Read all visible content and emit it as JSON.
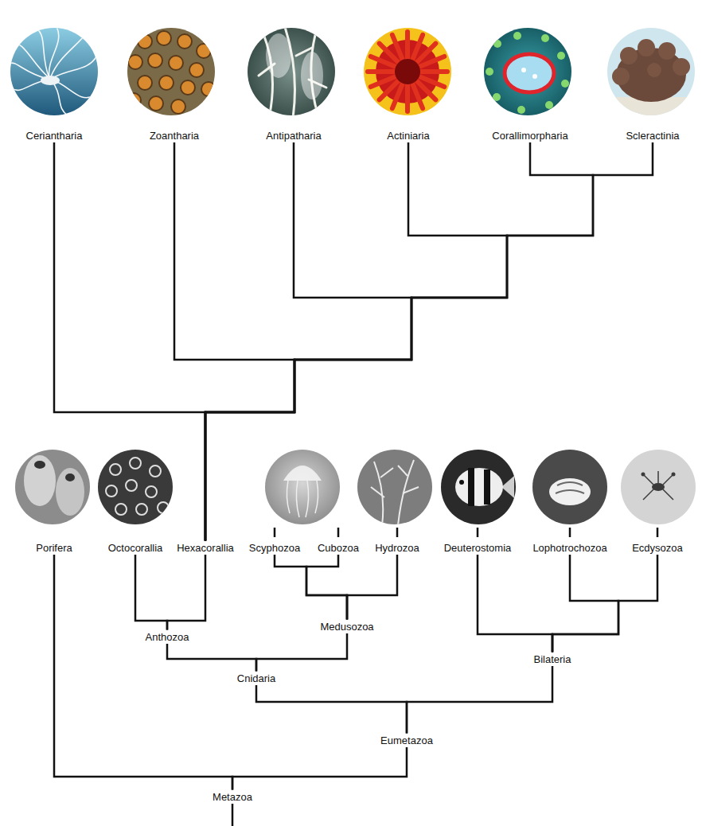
{
  "diagram": {
    "nodes": [
      {
        "text": [
          "Ceriantharia"
        ]
      },
      {
        "text": [
          "Zoantharia"
        ]
      },
      {
        "text": [
          "Antipatharia"
        ]
      },
      {
        "text": [
          "Actiniaria"
        ]
      },
      {
        "text": [
          "Corallimorpharia"
        ]
      },
      {
        "text": [
          "Scleractinia"
        ]
      },
      {
        "text": [
          "Porifera"
        ]
      },
      {
        "text": [
          "Octocorallia"
        ]
      },
      {
        "text": [
          "Hexacorallia"
        ]
      },
      {
        "text": [
          "Scyphozoa"
        ]
      },
      {
        "text": [
          "Cubozoa"
        ]
      },
      {
        "text": [
          "Hydrozoa"
        ]
      },
      {
        "text": [
          "Deuterostomia"
        ]
      },
      {
        "text": [
          "Lophotrochozoa"
        ]
      },
      {
        "text": [
          "Ecdysozoa"
        ]
      },
      {
        "text": [
          "Anthozoa"
        ]
      },
      {
        "text": [
          "Medusozoa"
        ]
      },
      {
        "text": [
          "Cnidaria"
        ]
      },
      {
        "text": [
          "Bilateria"
        ]
      },
      {
        "text": [
          "Eumetazoa"
        ]
      },
      {
        "text": [
          "Metazoa"
        ]
      }
    ],
    "edges": [
      {
        "from": 20,
        "to": 6,
        "arrow": "none"
      },
      {
        "from": 20,
        "to": 19,
        "arrow": "none"
      },
      {
        "from": 19,
        "to": 17,
        "arrow": "none"
      },
      {
        "from": 19,
        "to": 18,
        "arrow": "none"
      },
      {
        "from": 17,
        "to": 15,
        "arrow": "none"
      },
      {
        "from": 17,
        "to": 16,
        "arrow": "none"
      },
      {
        "from": 15,
        "to": 7,
        "arrow": "none"
      },
      {
        "from": 15,
        "to": 8,
        "arrow": "none"
      },
      {
        "from": 16,
        "to": 9,
        "arrow": "none"
      },
      {
        "from": 16,
        "to": 10,
        "arrow": "none"
      },
      {
        "from": 16,
        "to": 11,
        "arrow": "none"
      },
      {
        "from": 18,
        "to": 12,
        "arrow": "none"
      },
      {
        "from": 18,
        "to": 13,
        "arrow": "none"
      },
      {
        "from": 18,
        "to": 14,
        "arrow": "none"
      },
      {
        "from": 8,
        "to": 0,
        "arrow": "none"
      },
      {
        "from": 8,
        "to": 1,
        "arrow": "none"
      },
      {
        "from": 8,
        "to": 2,
        "arrow": "none"
      },
      {
        "from": 8,
        "to": 3,
        "arrow": "none"
      },
      {
        "from": 8,
        "to": 4,
        "arrow": "none"
      },
      {
        "from": 8,
        "to": 5,
        "arrow": "none"
      }
    ]
  }
}
